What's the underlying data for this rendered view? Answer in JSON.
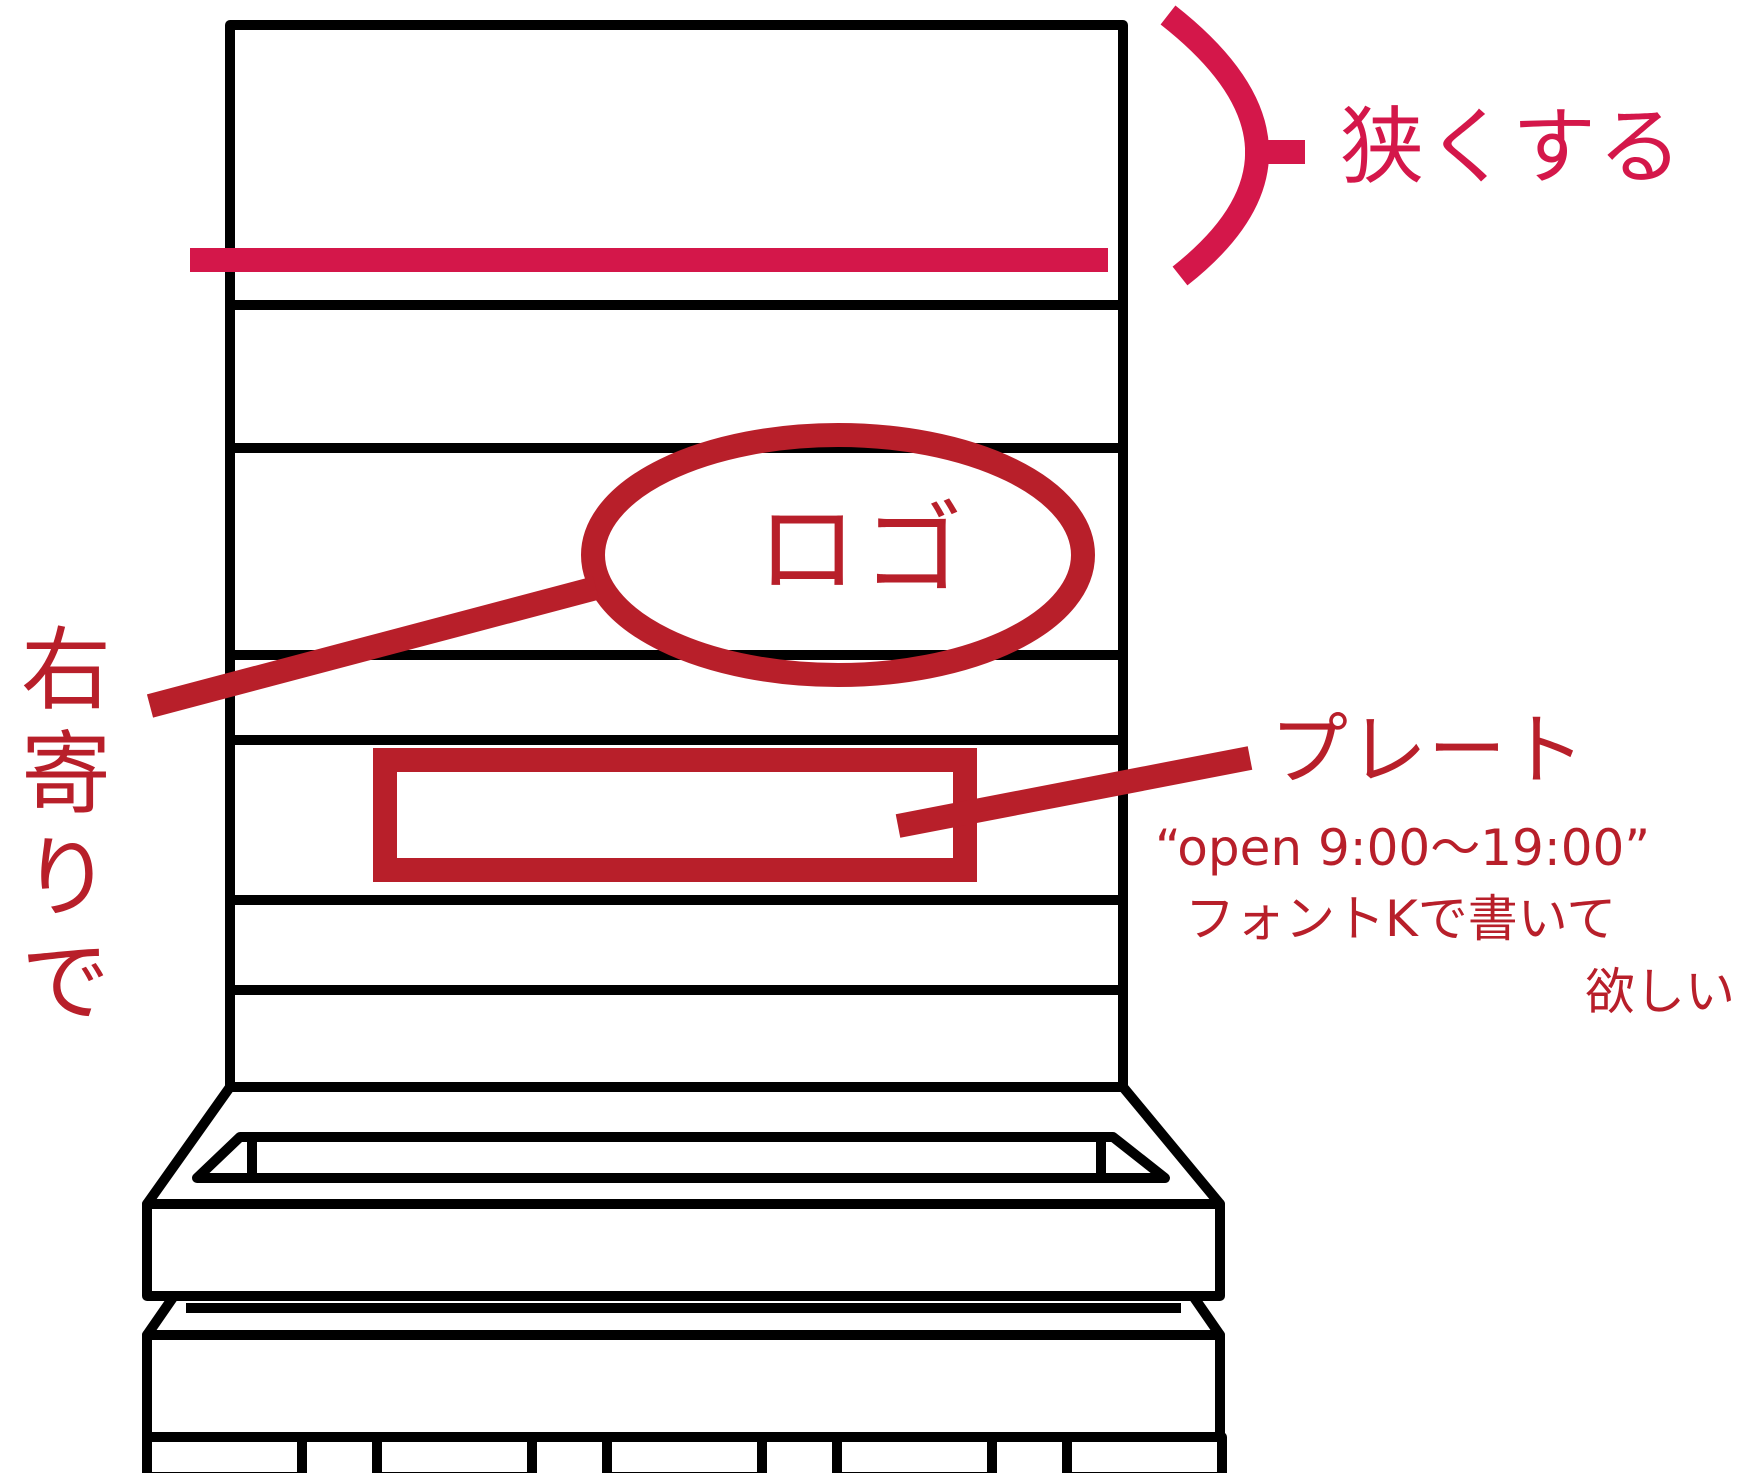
{
  "colors": {
    "outline": "#000000",
    "narrow_accent": "#d4174a",
    "annotation": "#b81f2a",
    "background": "#ffffff"
  },
  "annotations": {
    "narrow": "狭くする",
    "logo": "ロゴ",
    "right_align": "右寄りで",
    "plate": "プレート",
    "plate_text": "“open 9:00〜19:00”",
    "font_note_line1": "フォントKで書いて",
    "font_note_line2": "欲しい"
  }
}
